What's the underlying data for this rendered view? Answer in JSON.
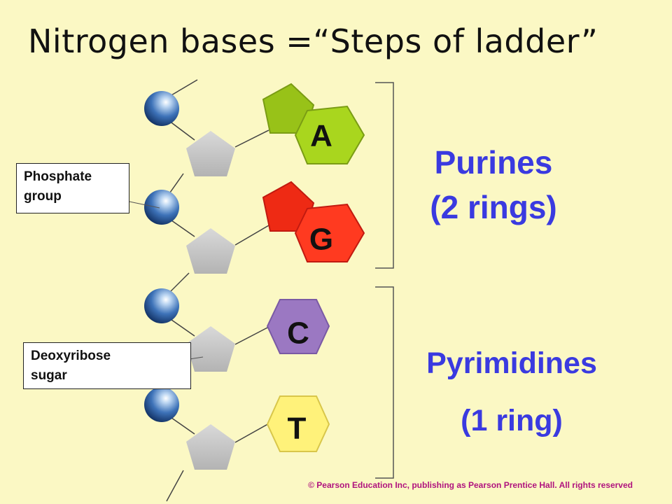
{
  "title": "Nitrogen bases =“Steps of ladder”",
  "callouts": {
    "phosphate": [
      "Phosphate",
      "group"
    ],
    "sugar": [
      "Deoxyribose",
      "sugar"
    ]
  },
  "bases": [
    {
      "letter": "A",
      "rings": 2,
      "color": "#a9d61e"
    },
    {
      "letter": "G",
      "rings": 2,
      "color": "#ff3a20"
    },
    {
      "letter": "C",
      "rings": 1,
      "color": "#9b78c2"
    },
    {
      "letter": "T",
      "rings": 1,
      "color": "#fff27a"
    }
  ],
  "groups": {
    "purines": {
      "name": "Purines",
      "rings": "(2 rings)"
    },
    "pyrimidines": {
      "name": "Pyrimidines",
      "rings": "(1 ring)"
    }
  },
  "colors": {
    "background": "#fbf8c4",
    "label_blue": "#3a3ae0",
    "phosphate_blue": "#2a5da8",
    "sugar_gray": "#c8c8c8",
    "copyright_magenta": "#b0137e"
  },
  "copyright": "© Pearson Education Inc, publishing as Pearson Prentice Hall. All rights reserved"
}
